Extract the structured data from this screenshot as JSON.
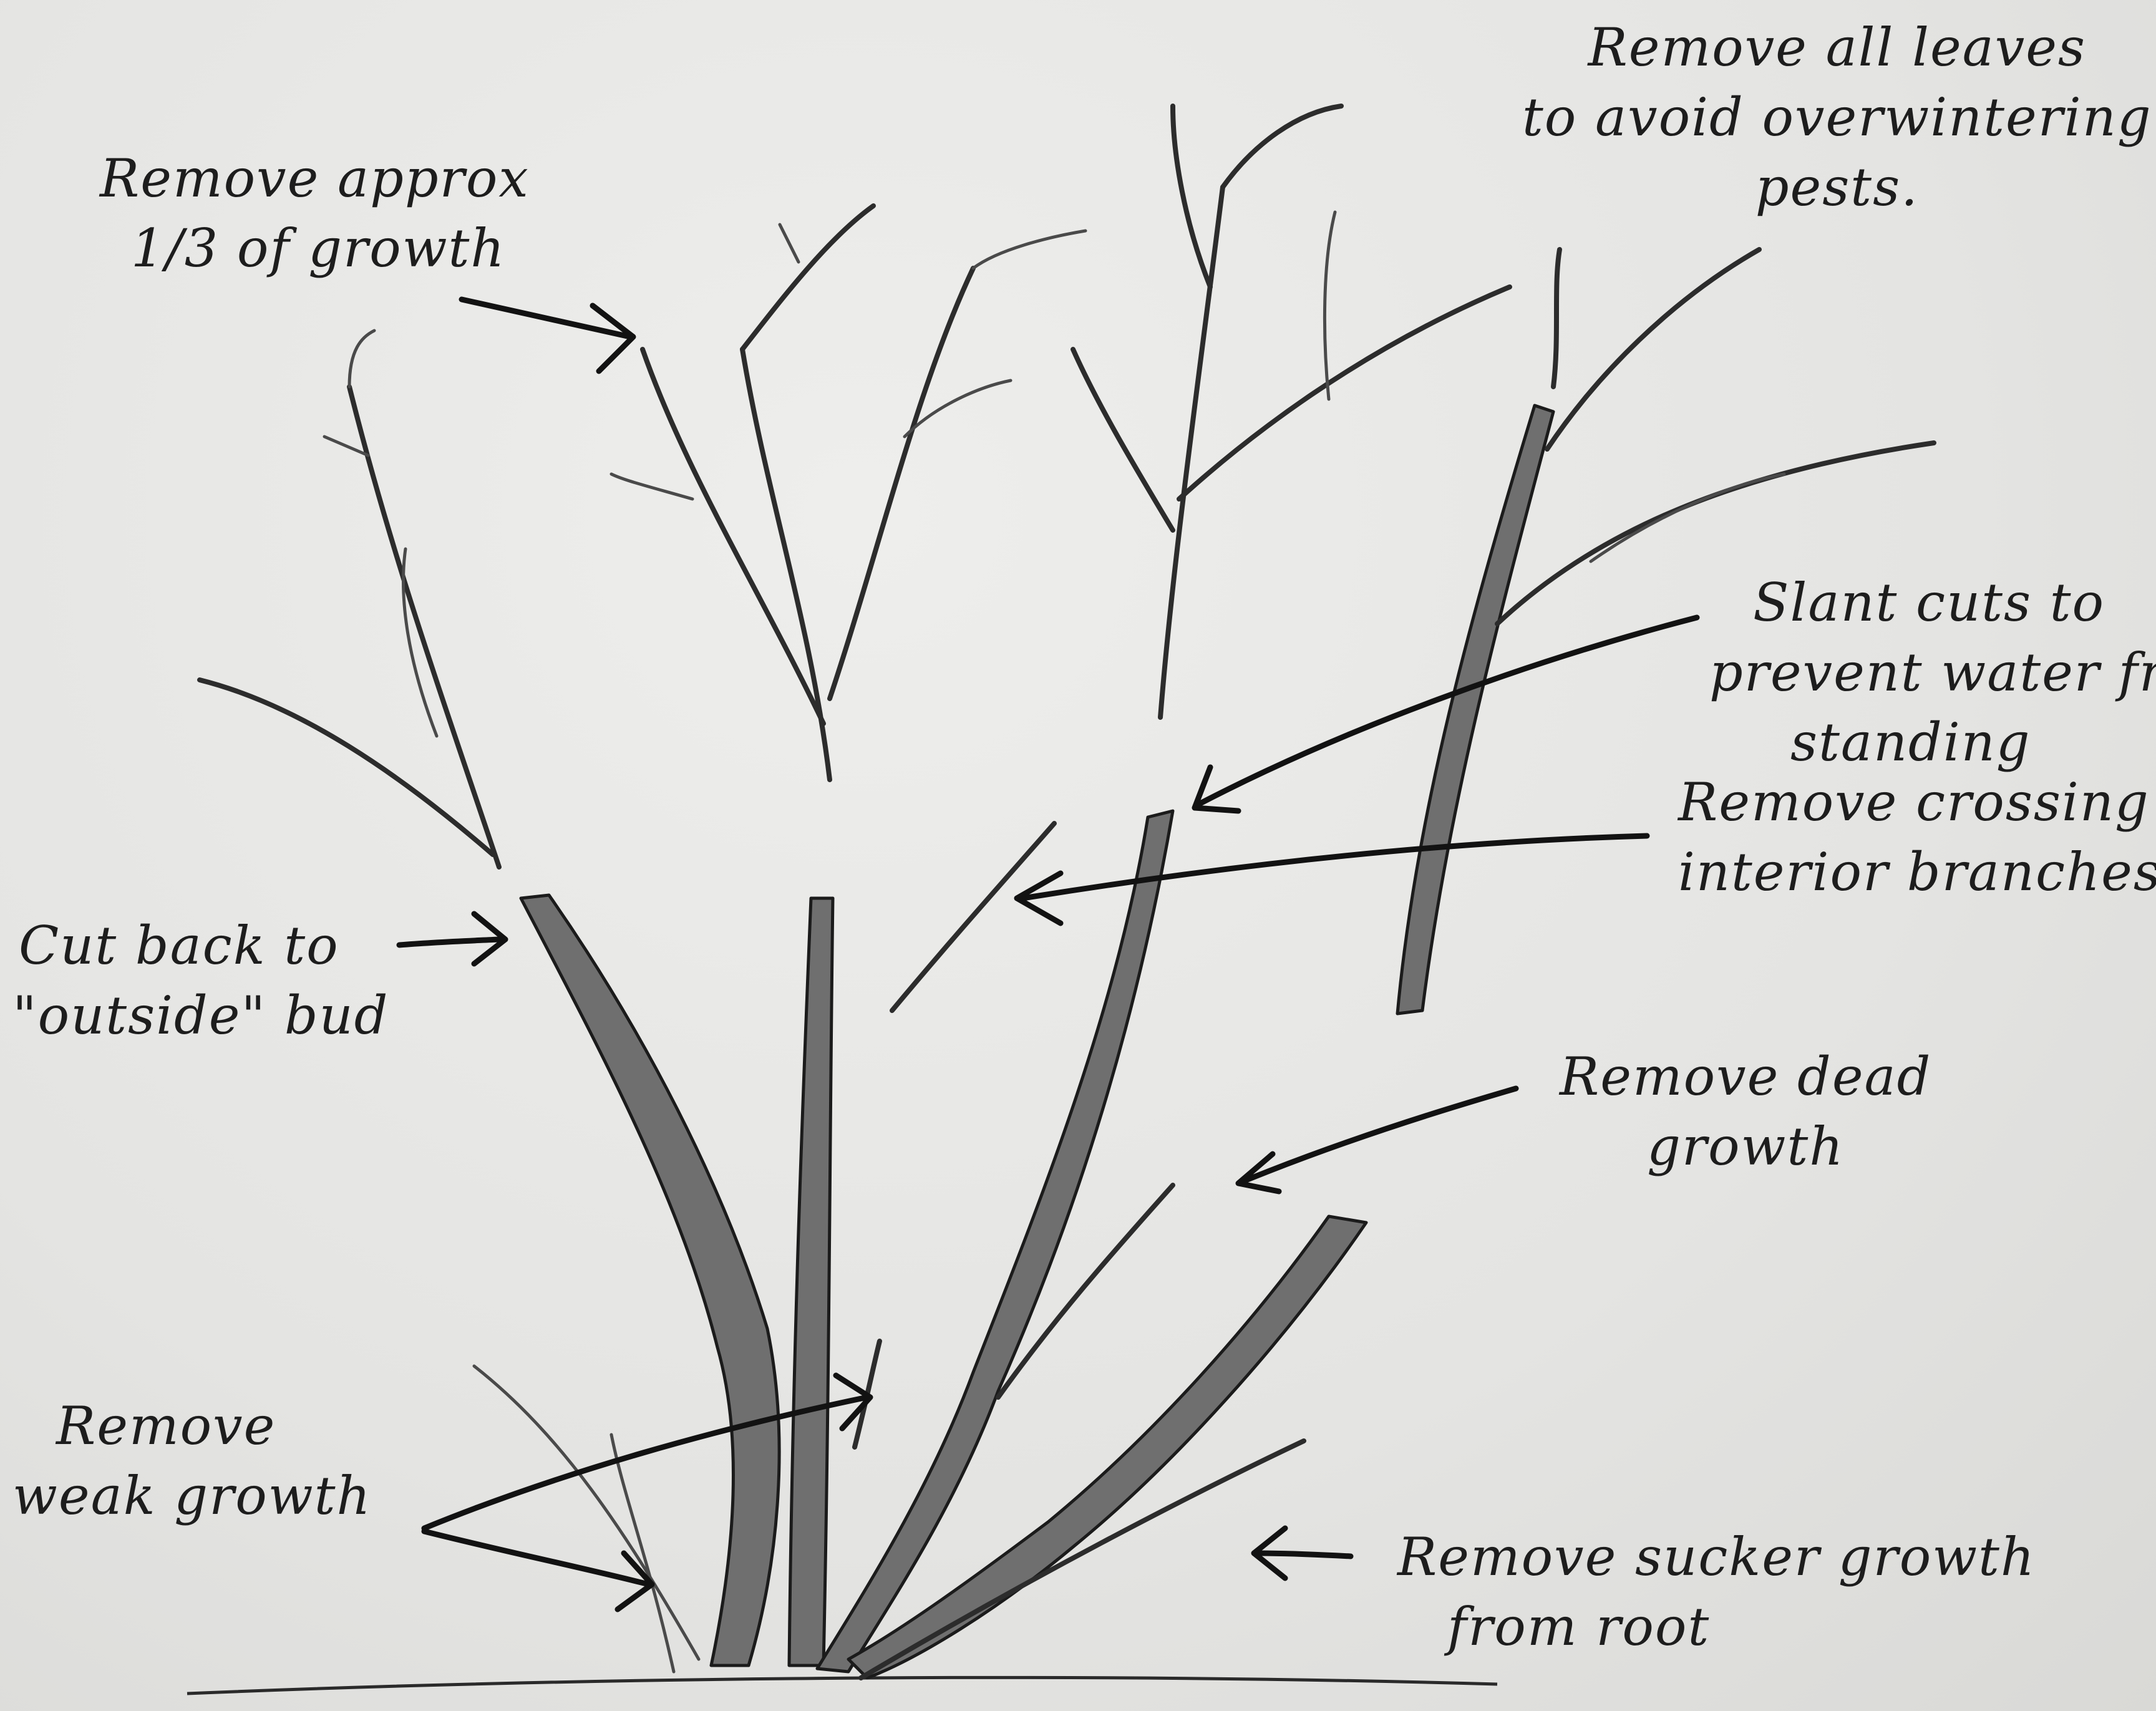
{
  "annotations": {
    "remove_leaves": [
      "Remove all leaves",
      "to avoid overwintering",
      "pests."
    ],
    "remove_third": [
      "Remove approx",
      "1/3 of growth"
    ],
    "slant_cuts": [
      "Slant cuts to",
      "prevent water fro",
      "standing"
    ],
    "crossing": [
      "Remove crossing",
      "interior branches"
    ],
    "cut_back": [
      "Cut back to",
      "\"outside\" bud"
    ],
    "dead_growth": [
      "Remove dead",
      "growth"
    ],
    "weak_growth": [
      "Remove",
      "weak growth"
    ],
    "sucker_growth": [
      "Remove sucker growth",
      "from root"
    ]
  },
  "colors": {
    "pencil": "#1d1d1d",
    "paper": "#e6e6e4",
    "shading": "#6f6f6f"
  }
}
